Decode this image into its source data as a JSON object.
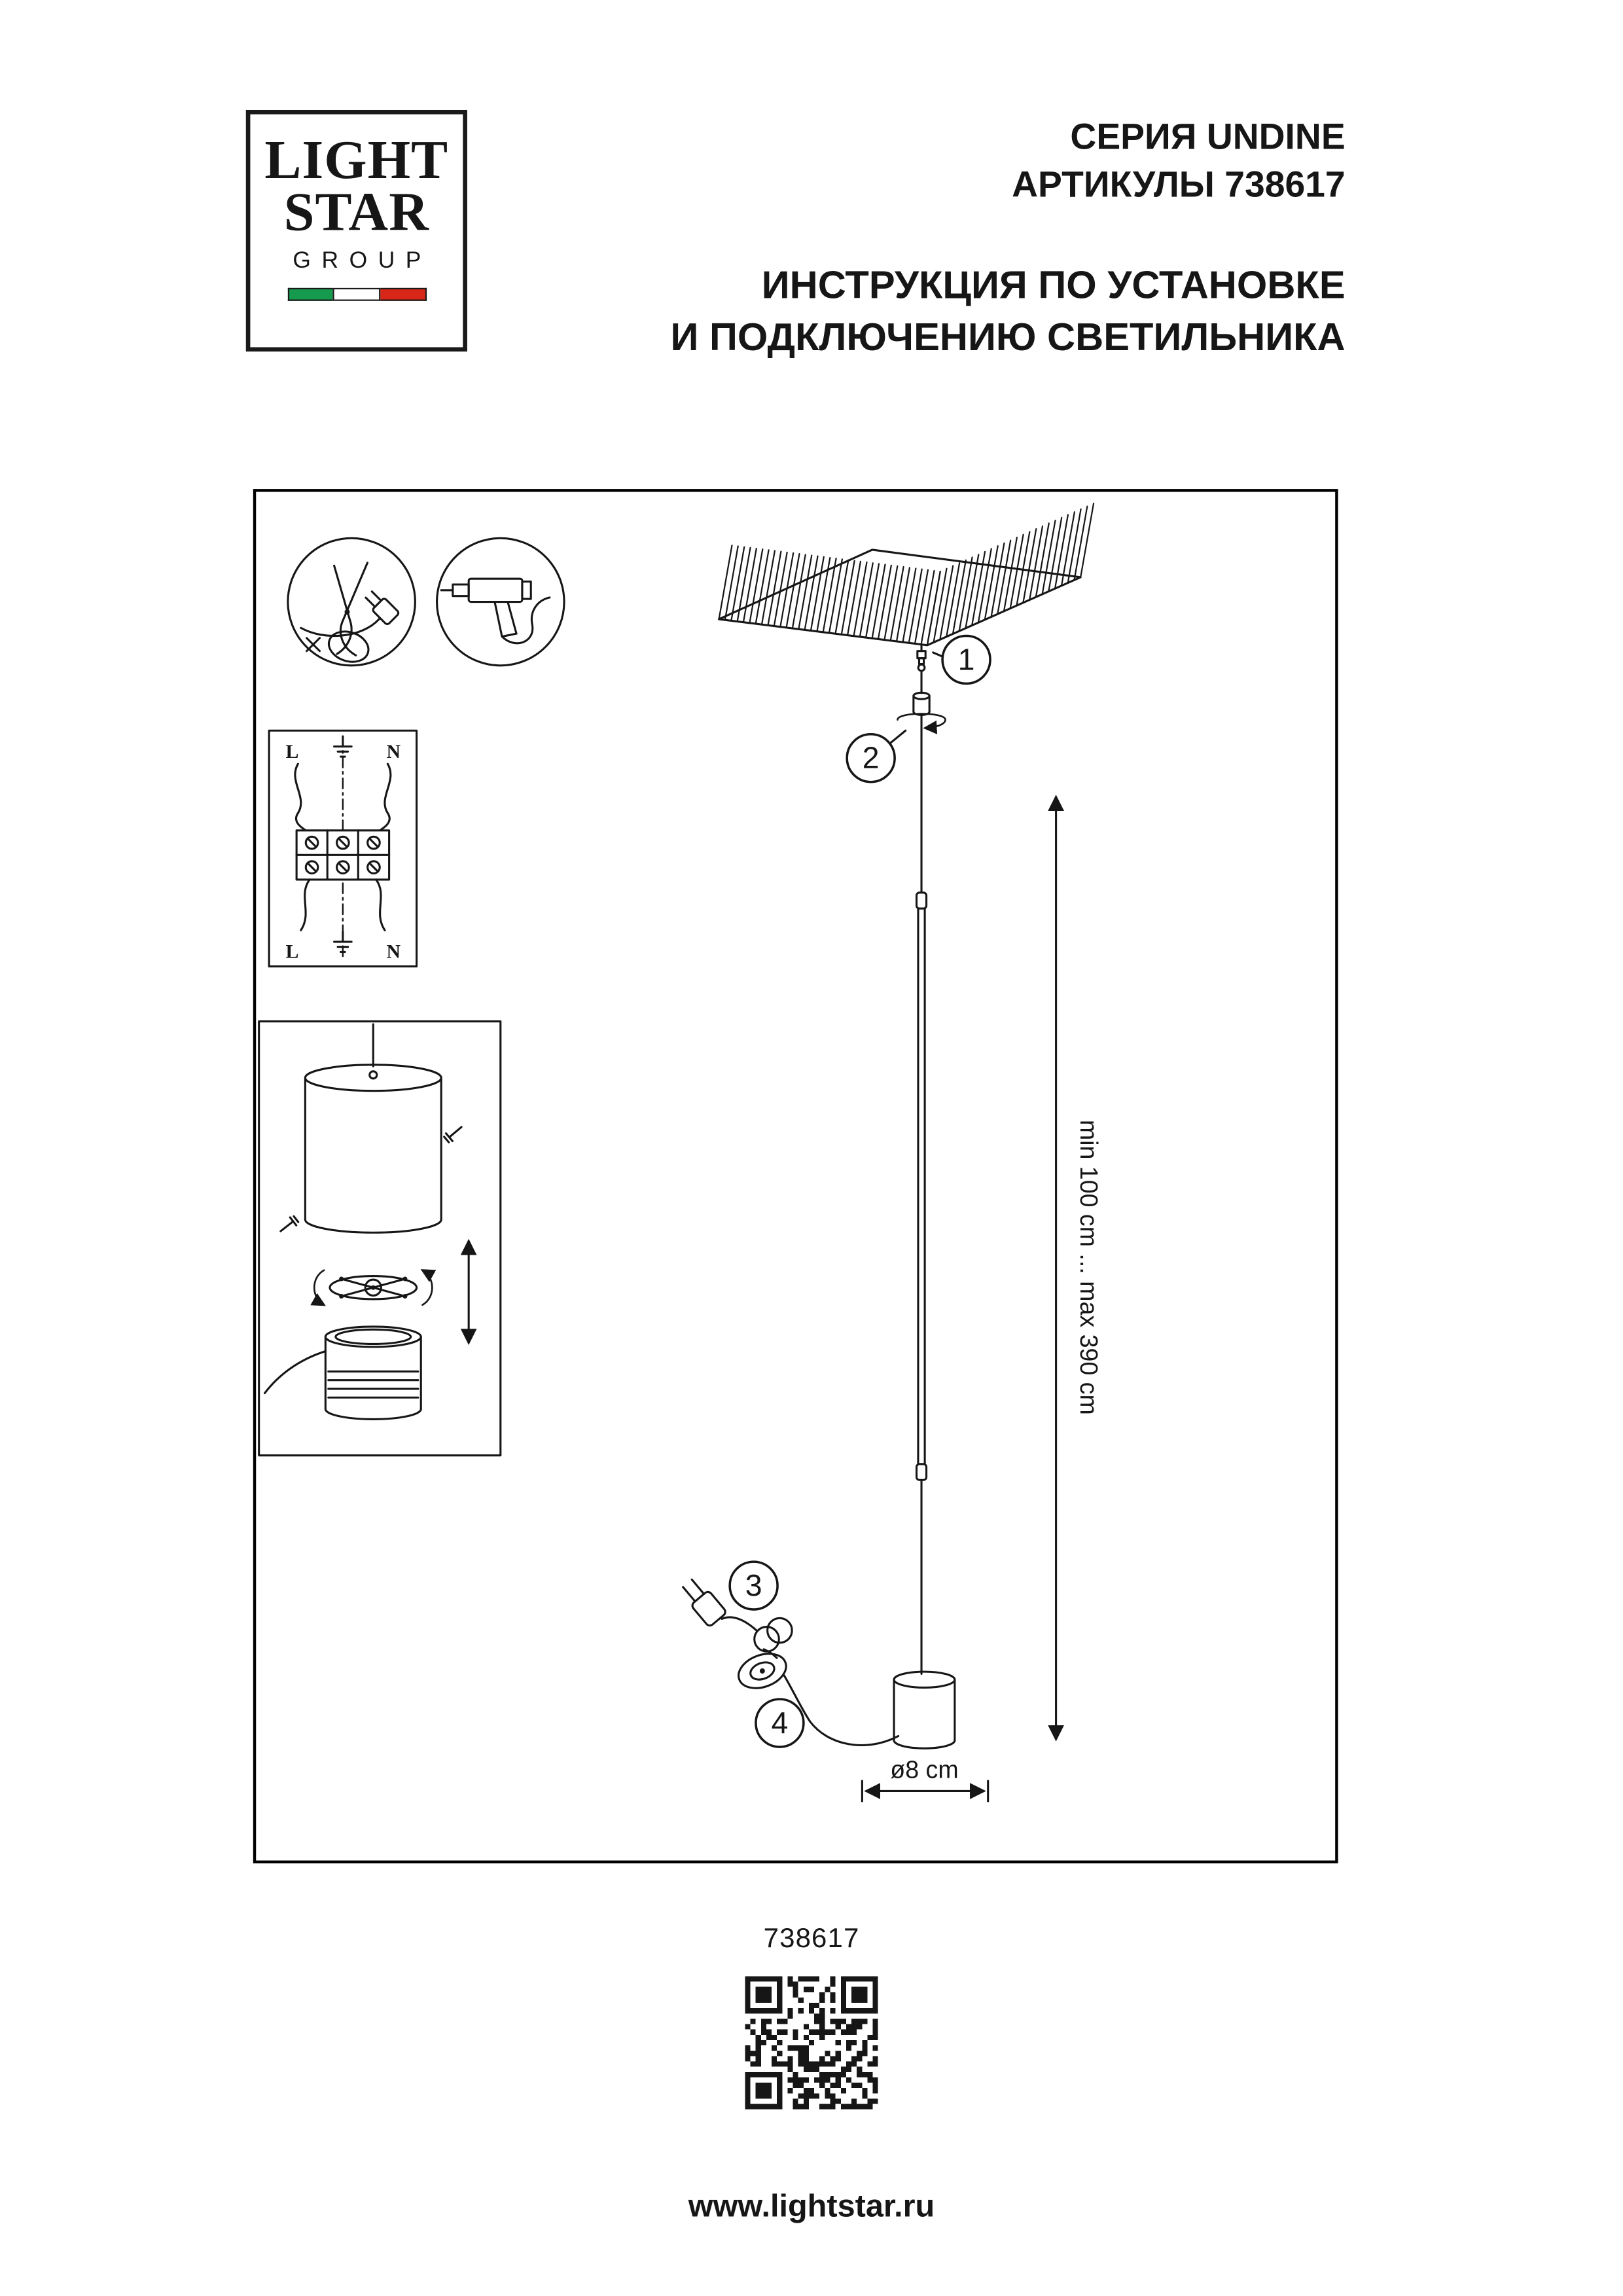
{
  "logo": {
    "light": "LIGHT",
    "star": "STAR",
    "group": "GROUP"
  },
  "header": {
    "series": "СЕРИЯ UNDINE",
    "articles": "АРТИКУЛЫ 738617",
    "instruction_line1": "ИНСТРУКЦИЯ ПО УСТАНОВКЕ",
    "instruction_line2": "И ПОДКЛЮЧЕНИЮ СВЕТИЛЬНИКА"
  },
  "diagram": {
    "steps": {
      "s1": "1",
      "s2": "2",
      "s3": "3",
      "s4": "4"
    },
    "wiring": {
      "top_left": "L",
      "top_right": "N",
      "bottom_left": "L",
      "bottom_right": "N"
    },
    "dimensions": {
      "height_range": "min 100 cm ... max 390 cm",
      "diameter": "ø8 cm"
    }
  },
  "footer": {
    "article": "738617",
    "website": "www.lightstar.ru"
  },
  "colors": {
    "flag_green": "#169b4e",
    "flag_white": "#ffffff",
    "flag_red": "#d62718",
    "ink": "#161616"
  }
}
